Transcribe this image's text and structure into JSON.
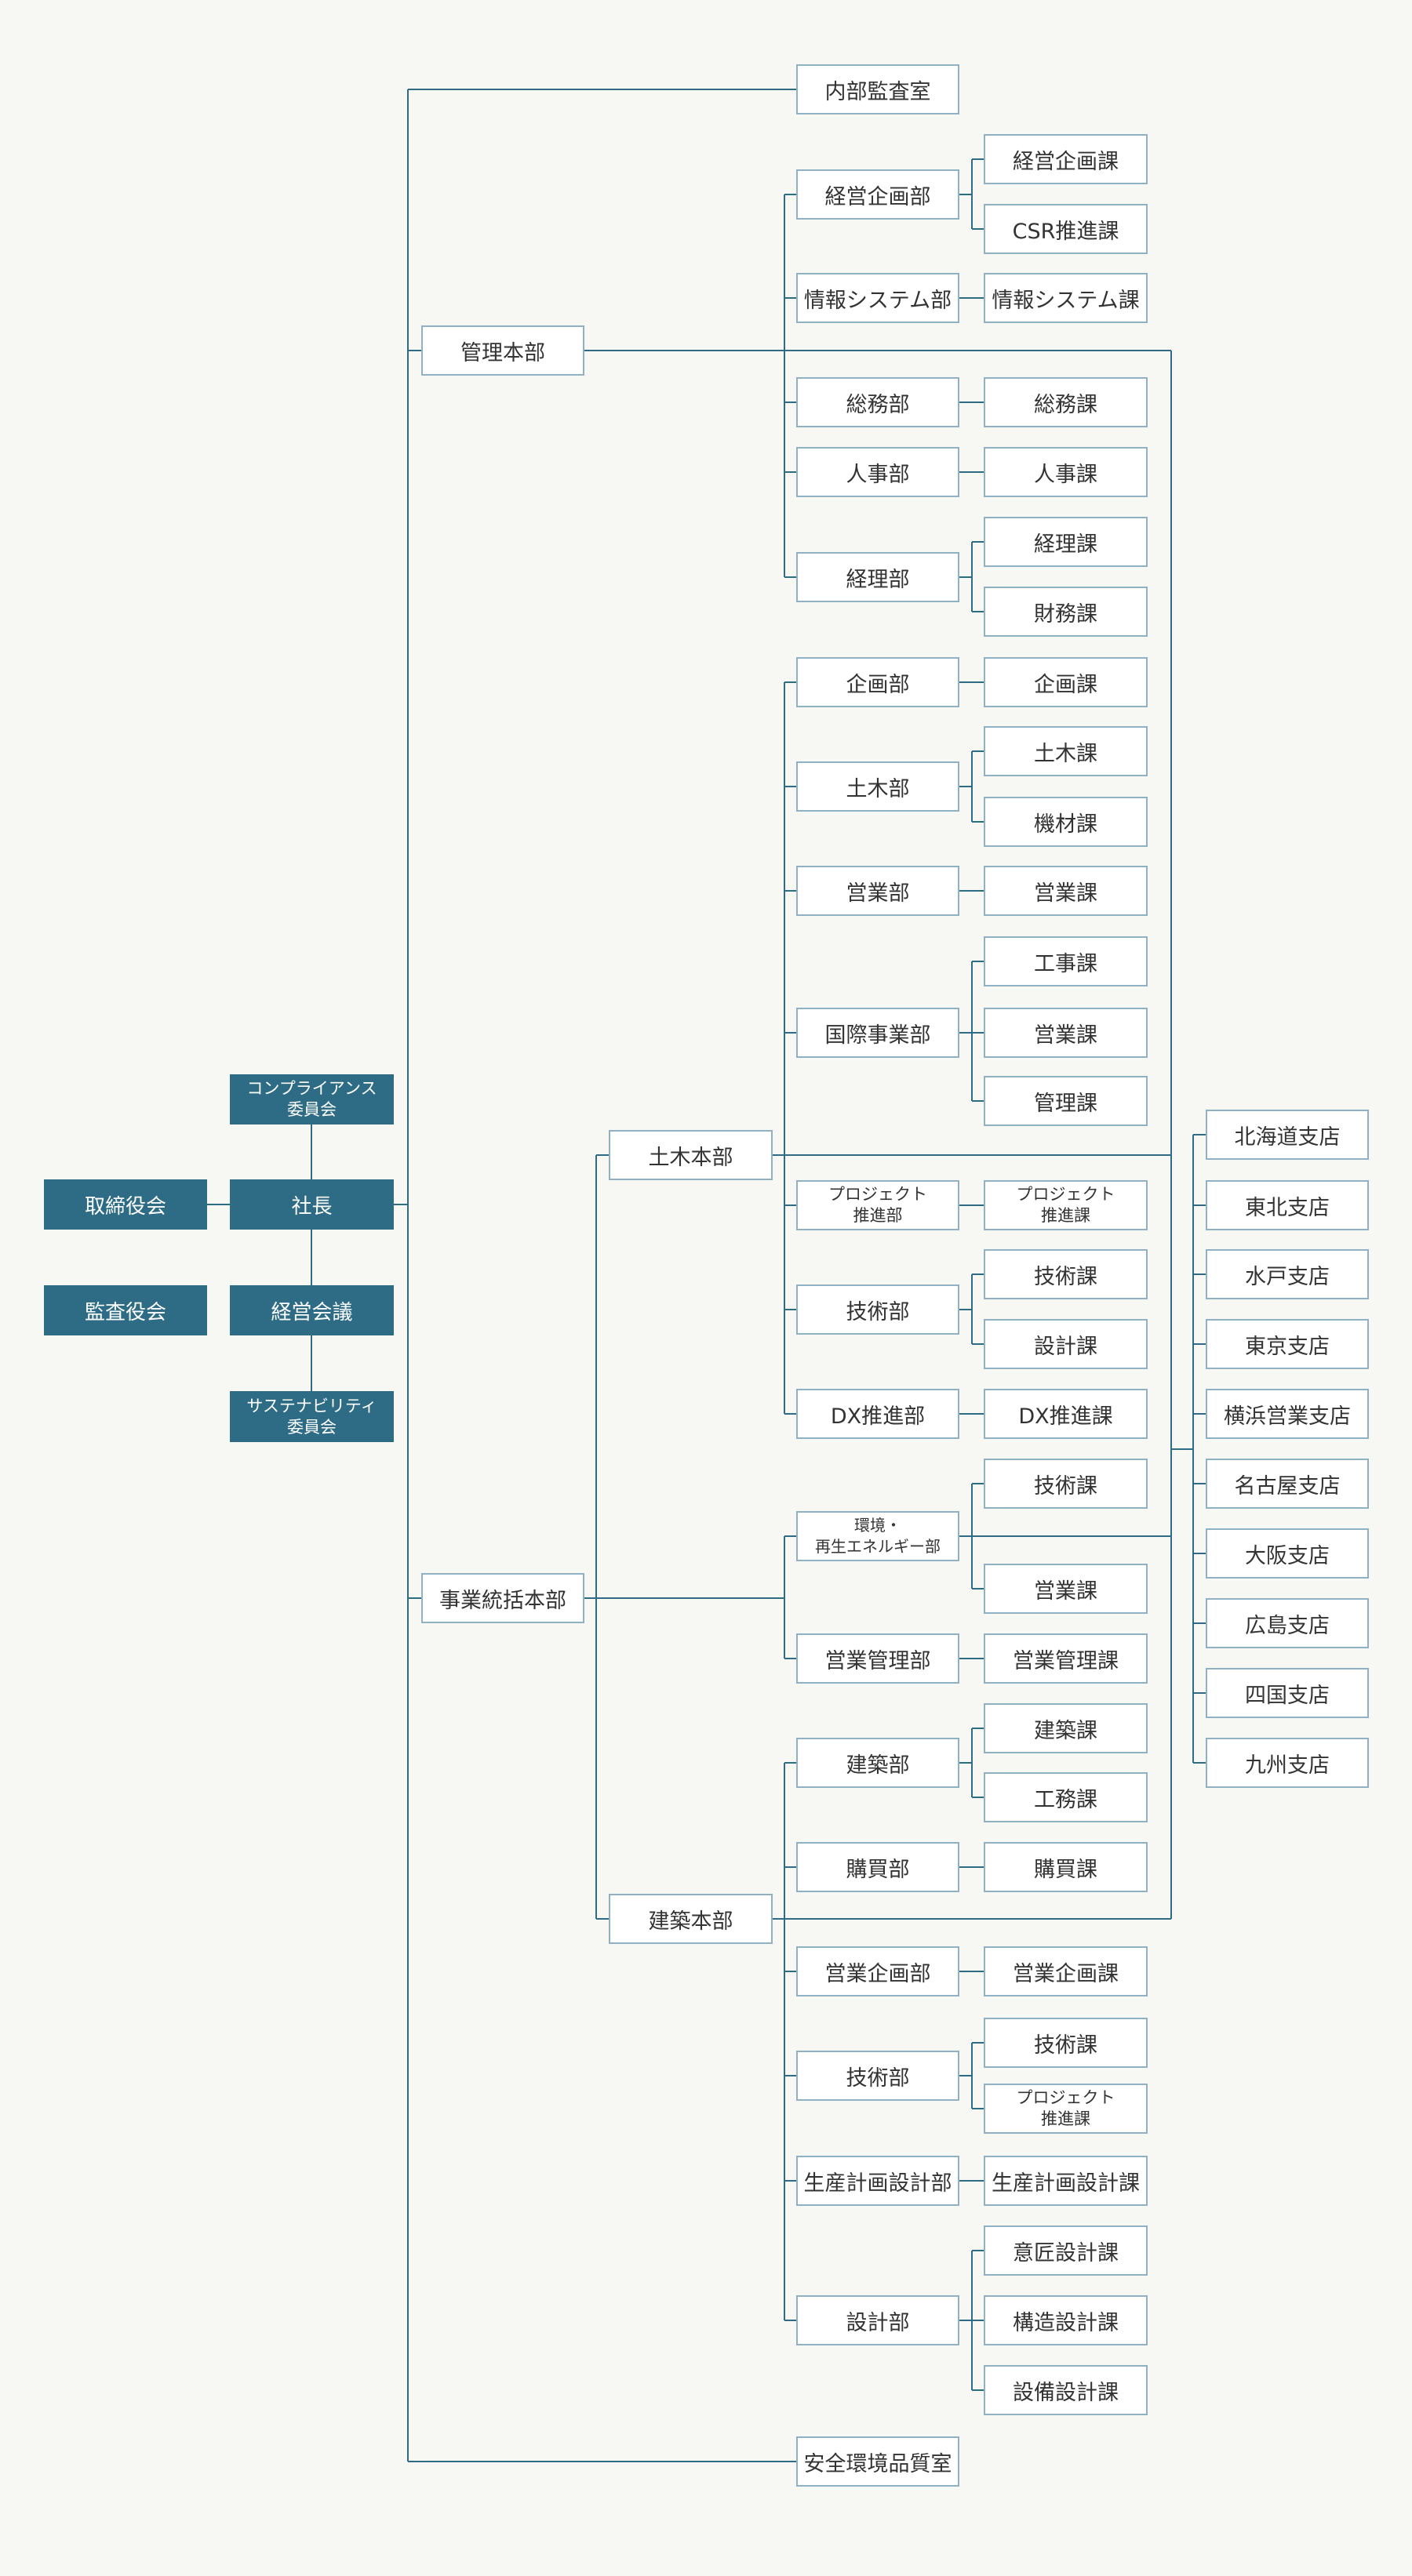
{
  "colors": {
    "background": "#f7f8f4",
    "line": "#2e6c86",
    "exec_fill": "#2e6c86",
    "box_border": "#8fb1c3"
  },
  "executive": {
    "torishimariyakukai": "取締役会",
    "kansayakukai": "監査役会",
    "compliance": "コンプライアンス\n委員会",
    "shacho": "社長",
    "keiei_kaigi": "経営会議",
    "sustainability": "サステナビリティ\n委員会"
  },
  "top_units": {
    "naibu_kansa": "内部監査室",
    "kanri_honbu": "管理本部",
    "jigyo_tokatsu": "事業統括本部",
    "anzen": "安全環境品質室"
  },
  "honbu": {
    "doboku": "土木本部",
    "kenchiku": "建築本部"
  },
  "kanri": {
    "keiei_kikaku": "経営企画部",
    "keiei_kikaku_ka": "経営企画課",
    "csr": "CSR推進課",
    "joho": "情報システム部",
    "joho_ka": "情報システム課",
    "somu": "総務部",
    "somu_ka": "総務課",
    "jinji": "人事部",
    "jinji_ka": "人事課",
    "keiri": "経理部",
    "keiri_ka": "経理課",
    "zaimu_ka": "財務課"
  },
  "doboku": {
    "kikaku": "企画部",
    "kikaku_ka": "企画課",
    "doboku_bu": "土木部",
    "doboku_ka": "土木課",
    "kizai_ka": "機材課",
    "eigyo": "営業部",
    "eigyo_ka": "営業課",
    "kokusai": "国際事業部",
    "koji_ka": "工事課",
    "kokusai_eigyo_ka": "営業課",
    "kanri_ka": "管理課",
    "project": "プロジェクト\n推進部",
    "project_ka": "プロジェクト\n推進課",
    "gijutsu": "技術部",
    "gijutsu_ka": "技術課",
    "sekkei_ka": "設計課",
    "dx": "DX推進部",
    "dx_ka": "DX推進課"
  },
  "jigyo": {
    "kankyo": "環境・\n再生エネルギー部",
    "kankyo_gijutsu_ka": "技術課",
    "kankyo_eigyo_ka": "営業課",
    "eigyo_kanri": "営業管理部",
    "eigyo_kanri_ka": "営業管理課"
  },
  "kenchiku": {
    "kenchiku_bu": "建築部",
    "kenchiku_ka": "建築課",
    "komu_ka": "工務課",
    "kobai": "購買部",
    "kobai_ka": "購買課",
    "eigyo_kikaku": "営業企画部",
    "eigyo_kikaku_ka": "営業企画課",
    "gijutsu": "技術部",
    "gijutsu_ka": "技術課",
    "project_ka": "プロジェクト\n推進課",
    "seisan": "生産計画設計部",
    "seisan_ka": "生産計画設計課",
    "sekkei": "設計部",
    "isho_ka": "意匠設計課",
    "kozo_ka": "構造設計課",
    "setsubi_ka": "設備設計課"
  },
  "branches": [
    "北海道支店",
    "東北支店",
    "水戸支店",
    "東京支店",
    "横浜営業支店",
    "名古屋支店",
    "大阪支店",
    "広島支店",
    "四国支店",
    "九州支店"
  ]
}
